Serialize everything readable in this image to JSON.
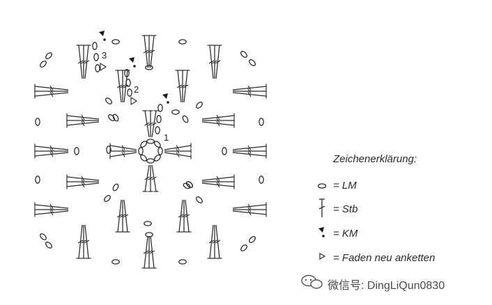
{
  "round_labels": [
    "1",
    "2",
    "3"
  ],
  "legend": {
    "title": "Zeichenerklärung:",
    "items": [
      {
        "symbol": "chain-stitch-icon",
        "label": "= LM"
      },
      {
        "symbol": "double-crochet-icon",
        "label": "= Stb"
      },
      {
        "symbol": "slip-stitch-icon",
        "label": "= KM"
      },
      {
        "symbol": "join-yarn-icon",
        "label": "= Faden neu anketten"
      }
    ]
  },
  "watermark": {
    "text": "微信号: DingLiQun0830",
    "icon": "wechat-icon"
  },
  "colors": {
    "ink": "#2b2b2b",
    "background": "#ffffff"
  }
}
